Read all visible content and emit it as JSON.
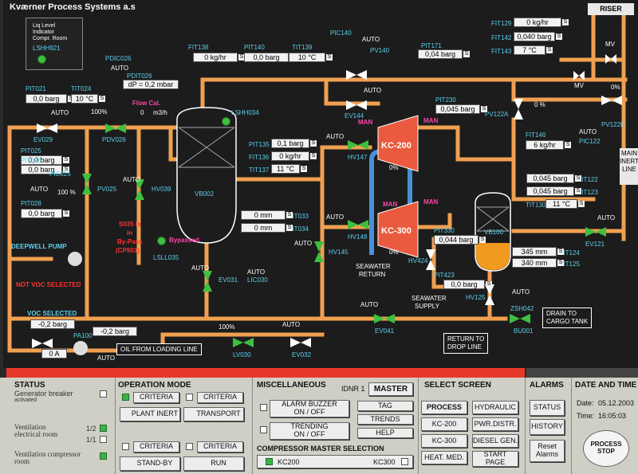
{
  "title": "Kværner Process Systems a.s",
  "colors": {
    "pipe": "#f0a050",
    "water": "#4a90d8",
    "compressor": "#ea5a3e",
    "valve_green": "#3fbf3f",
    "alarm_red": "#e8382a"
  },
  "liq_level": {
    "line1": "Liq Level",
    "line2": "Indicator",
    "line3": "Compr. Room",
    "tag": "LSHH921"
  },
  "riser": "RISER",
  "main_line": {
    "l1": "MAIN",
    "l2": "INERT",
    "l3": "LINE"
  },
  "instruments": [
    {
      "tag": "FIT129",
      "value": "0",
      "unit": "kg/hr"
    },
    {
      "tag": "FIT142",
      "value": "0,040",
      "unit": "barg"
    },
    {
      "tag": "FIT143",
      "value": "7",
      "unit": "°C"
    },
    {
      "tag": "FIT138",
      "value": "0",
      "unit": "kg/hr"
    },
    {
      "tag": "PIT140",
      "value": "0,0",
      "unit": "barg"
    },
    {
      "tag": "TIT139",
      "value": "10",
      "unit": "°C"
    },
    {
      "tag": "PIT171",
      "value": "0,04",
      "unit": "barg"
    },
    {
      "tag": "PIT021",
      "value": "0,0",
      "unit": "barg"
    },
    {
      "tag": "TIT024",
      "value": "10",
      "unit": "°C"
    },
    {
      "tag": "PIT025",
      "value": "0,0",
      "unit": "barg"
    },
    {
      "tag": "PIT026",
      "value": "0,0",
      "unit": "barg"
    },
    {
      "tag": "PIT028",
      "value": "0,0",
      "unit": "barg"
    },
    {
      "tag": "PIT135",
      "value": "0,1",
      "unit": "barg"
    },
    {
      "tag": "FIT136",
      "value": "0",
      "unit": "kg/hr"
    },
    {
      "tag": "TIT137",
      "value": "11",
      "unit": "°C"
    },
    {
      "tag": "PIT230",
      "value": "0,045",
      "unit": "barg"
    },
    {
      "tag": "FIT146",
      "value": "6",
      "unit": "kg/hr"
    },
    {
      "tag": "PIT122",
      "value": "0,045",
      "unit": "barg"
    },
    {
      "tag": "PIT123",
      "value": "0,045",
      "unit": "barg"
    },
    {
      "tag": "TIT130",
      "value": "11",
      "unit": "°C"
    },
    {
      "tag": "LIT033",
      "value": "0",
      "unit": "mm"
    },
    {
      "tag": "LIT034",
      "value": "0",
      "unit": "mm"
    },
    {
      "tag": "PIT330",
      "value": "0,044",
      "unit": "barg"
    },
    {
      "tag": "LIT124",
      "value": "345",
      "unit": "mm"
    },
    {
      "tag": "LIT125",
      "value": "340",
      "unit": "mm"
    },
    {
      "tag": "PIT423",
      "value": "0,0",
      "unit": "barg"
    }
  ],
  "labels": {
    "pdic026": "PDIC026",
    "pdit026": "PDIT026",
    "dp": "dP = 0,2 mbar",
    "flow_cal": "Flow Cal.",
    "flow_val": "0",
    "flow_unit": "m3/h",
    "pic140": "PIC140",
    "pv140": "PV140",
    "ev144": "EV144",
    "mv1": "MV",
    "mv2": "MV",
    "pv122a": "PV122A",
    "pv122b": "PV122B",
    "pv122a_pct": "0 %",
    "pv122b_pct": "0%",
    "pic122": "PIC122",
    "ev029": "EV029",
    "pdv026": "PDV026",
    "pdv_pct": "100%",
    "pv025": "PV025",
    "pic025": "PIC025",
    "pv025_pct": "100 %",
    "hv039": "HV039",
    "vb002": "VB002",
    "lshh034": "LSHH034",
    "lsll035": "LSLL035",
    "bypassed": "Bypassed",
    "s035_1": "S035 is",
    "s035_2": "in",
    "s035_3": "By-Pass",
    "s035_4": "(CP903)",
    "ev031": "EV031",
    "lic030": "LIC030",
    "hv145": "HV145",
    "hv147": "HV147",
    "hv148": "HV148",
    "kc200": "KC-200",
    "kc300": "KC-300",
    "kc200_pct": "0%",
    "kc300_pct": "0%",
    "man1": "MAN",
    "man2": "MAN",
    "man3": "MAN",
    "man4": "MAN",
    "vb100": "VB100",
    "ev121": "EV121",
    "hv424": "HV424",
    "hv125": "HV125",
    "sw_return1": "SEAWATER",
    "sw_return2": "RETURN",
    "sw_supply1": "SEAWATER",
    "sw_supply2": "SUPPLY",
    "zsh042": "ZSH042",
    "bu001": "BU001",
    "ev041": "EV041",
    "ev032": "EV032",
    "lv030": "LV030",
    "lv030_pct": "100%",
    "deepwell": "DEEPWELL PUMP",
    "not_voc": "NOT VOC SELECTED",
    "voc_sel": "VOC SELECTED",
    "voc_val": "-0,2 barg",
    "pa100": "PA100",
    "amp_val": "0 A",
    "val_0_2": "-0,2 barg",
    "oil_load": "OIL FROM LOADING LINE",
    "return_drop1": "RETURN TO",
    "return_drop2": "DROP LINE",
    "drain1": "DRAIN TO",
    "drain2": "CARGO TANK",
    "auto": "AUTO"
  },
  "status": {
    "heading": "STATUS",
    "gen_breaker": "Generator breaker",
    "gen_breaker2": "activated",
    "vent_elec1": "Ventilation",
    "vent_elec2": "electrical room",
    "ratio1": "1/2",
    "ratio2": "1/1",
    "vent_comp1": "Ventilation compressor",
    "vent_comp2": "room"
  },
  "operation": {
    "heading": "OPERATION MODE",
    "criteria": "CRITERIA",
    "plant_inert": "PLANT INERT",
    "transport": "TRANSPORT",
    "standby": "STAND-BY",
    "run": "RUN"
  },
  "misc": {
    "heading": "MISCELLANEOUS",
    "idnr": "IDNR 1",
    "master": "MASTER",
    "alarm1": "ALARM BUZZER",
    "alarm2": "ON / OFF",
    "trend1": "TRENDING",
    "trend2": "ON / OFF",
    "tag": "TAG",
    "trends": "TRENDS",
    "help": "HELP",
    "compressor_heading": "COMPRESSOR MASTER SELECTION",
    "kc200": "KC200",
    "kc300": "KC300"
  },
  "select": {
    "heading": "SELECT SCREEN",
    "process": "PROCESS",
    "hydraulic": "HYDRAULIC",
    "kc200": "KC-200",
    "pwr": "PWR.DISTR.",
    "kc300": "KC-300",
    "diesel": "DIESEL GEN.",
    "heat": "HEAT. MED.",
    "start1": "START",
    "start2": "PAGE"
  },
  "alarms": {
    "heading": "ALARMS",
    "status": "STATUS",
    "history": "HISTORY",
    "reset1": "Reset",
    "reset2": "Alarms"
  },
  "datetime": {
    "heading": "DATE AND TIME",
    "date_label": "Date:",
    "date": "05.12.2003",
    "time_label": "Time:",
    "time": "16:05:03"
  },
  "process_stop": {
    "l1": "PROCESS",
    "l2": "STOP"
  }
}
